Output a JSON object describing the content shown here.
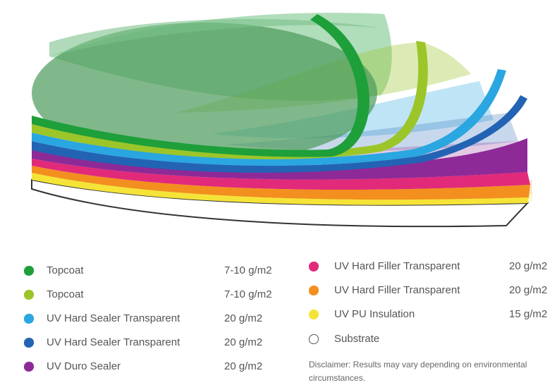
{
  "legend": {
    "left": [
      {
        "label": "Topcoat",
        "value": "7-10 g/m2",
        "color": "#1e9f3a"
      },
      {
        "label": "Topcoat",
        "value": "7-10 g/m2",
        "color": "#9cc52a"
      },
      {
        "label": "UV Hard Sealer Transparent",
        "value": "20 g/m2",
        "color": "#2aa6e0"
      },
      {
        "label": "UV Hard Sealer Transparent",
        "value": "20 g/m2",
        "color": "#2363b4"
      },
      {
        "label": "UV Duro Sealer",
        "value": "20 g/m2",
        "color": "#8d2a97"
      }
    ],
    "right": [
      {
        "label": "UV Hard Filler Transparent",
        "value": "20 g/m2",
        "color": "#e12a7a"
      },
      {
        "label": "UV Hard Filler Transparent",
        "value": "20 g/m2",
        "color": "#f28f1f"
      },
      {
        "label": "UV PU Insulation",
        "value": "15 g/m2",
        "color": "#f5e437"
      },
      {
        "label": "Substrate",
        "value": "",
        "color": "#ffffff"
      }
    ]
  },
  "disclaimer": "Disclaimer: Results may vary depending on environmental circumstances."
}
